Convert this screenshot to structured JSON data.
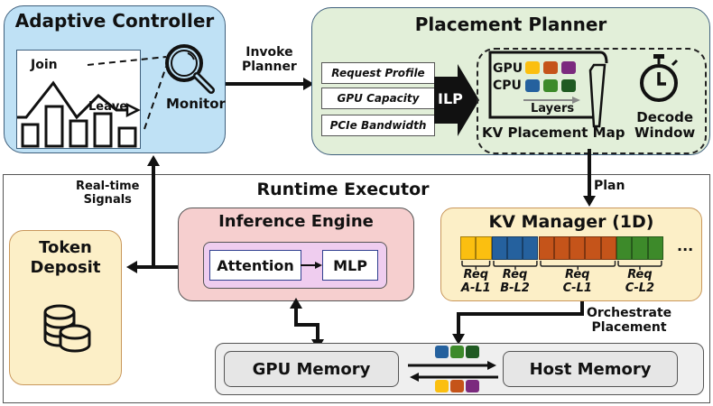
{
  "adaptive_controller": {
    "title": "Adaptive Controller",
    "chart_labels": {
      "join": "Join",
      "leave": "Leave"
    },
    "monitor_label": "Monitor"
  },
  "arrows": {
    "invoke_planner": [
      "Invoke",
      "Planner"
    ],
    "realtime_signals": [
      "Real-time",
      "Signals"
    ],
    "plan": "Plan",
    "orchestrate_placement": [
      "Orchestrate",
      "Placement"
    ]
  },
  "placement_planner": {
    "title": "Placement Planner",
    "inputs": [
      "Request Profile",
      "GPU Capacity",
      "PCIe Bandwidth"
    ],
    "ilp_label": "ILP",
    "kv_map": {
      "caption": "KV Placement Map",
      "rows": [
        {
          "label": "GPU",
          "colors": [
            "#fbbf10",
            "#c5541a",
            "#7b2a7e"
          ]
        },
        {
          "label": "CPU",
          "colors": [
            "#25619e",
            "#3d8a2a",
            "#1f5a22"
          ]
        }
      ],
      "axis_label": "Layers"
    },
    "decode_window": [
      "Decode",
      "Window"
    ]
  },
  "runtime_executor": {
    "title": "Runtime Executor",
    "token_deposit": {
      "title": [
        "Token",
        "Deposit"
      ]
    },
    "inference_engine": {
      "title": "Inference Engine",
      "blocks": [
        "Attention",
        "MLP"
      ]
    },
    "kv_manager": {
      "title": "KV Manager (1D)",
      "segments": [
        {
          "count": 2,
          "color": "#fbbf10",
          "label": [
            "Req",
            "A-L1"
          ]
        },
        {
          "count": 3,
          "color": "#25619e",
          "label": [
            "Req",
            "B-L2"
          ]
        },
        {
          "count": 5,
          "color": "#c5541a",
          "label": [
            "Req",
            "C-L1"
          ]
        },
        {
          "count": 3,
          "color": "#3d8a2a",
          "label": [
            "Req",
            "C-L2"
          ]
        }
      ],
      "ellipsis": "..."
    },
    "memory": {
      "gpu": "GPU Memory",
      "host": "Host Memory",
      "to_host_colors": [
        "#25619e",
        "#3d8a2a",
        "#1f5a22"
      ],
      "to_gpu_colors": [
        "#fbbf10",
        "#c5541a",
        "#7b2a7e"
      ]
    }
  }
}
